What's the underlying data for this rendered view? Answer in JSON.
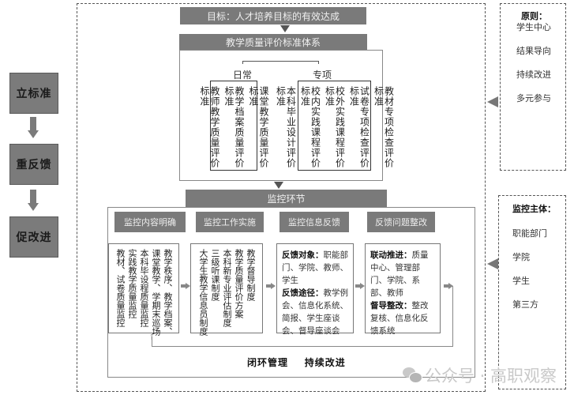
{
  "stages": [
    {
      "label": "立标准"
    },
    {
      "label": "重反馈"
    },
    {
      "label": "促改进"
    }
  ],
  "goal_bar": {
    "label": "目标：人才培养目标的有效达成"
  },
  "standard_system": {
    "title": "教学质量评价标准体系",
    "daily": {
      "label": "日常",
      "columns": [
        "课堂教学质量评价标准",
        "教学档案质量评价标准",
        "教师教学质量评价标准"
      ]
    },
    "special": {
      "label": "专项",
      "columns": [
        "教材专项检查评价标准",
        "试卷专项检查评价标准",
        "校外实践课程评价标准",
        "校内实践课程评价标准",
        "本科毕业设计评价标准"
      ]
    }
  },
  "monitoring": {
    "title": "监控环节",
    "steps": [
      {
        "title": "监控内容明确",
        "columns": [
          "教学秩序、教学档案、",
          "课堂教学、学期末巡场",
          "本科毕设程质量监控",
          "实践教学质量监控",
          "教材、试卷质量监控"
        ]
      },
      {
        "title": "监控工作实施",
        "columns": [
          "教学督导制度",
          "教学质量评价方案",
          "本科新专业评估制度",
          "三级听课制度",
          "大学生教学信息员制度"
        ]
      },
      {
        "title": "监控信息反馈",
        "paragraphs": [
          {
            "bold": "反馈对象：",
            "text": "职能部门、学院、教师、学生"
          },
          {
            "bold": "反馈途径：",
            "text": "教学例会、信息化系统、简报、学生座谈会、督导座谈会"
          }
        ]
      },
      {
        "title": "反馈问题整改",
        "paragraphs": [
          {
            "bold": "联动推进：",
            "text": "质量中心、管理部门、学院、系部、教师"
          },
          {
            "bold": "督导整改：",
            "text": "整改复核、信息化反馈系统"
          }
        ]
      }
    ],
    "footer": "闭环管理    持续改进"
  },
  "principles": {
    "title": "原则：",
    "items": [
      "学生中心",
      "结果导向",
      "持续改进",
      "多元参与"
    ]
  },
  "subjects": {
    "title": "监控主体：",
    "items": [
      "职能部门",
      "学院",
      "学生",
      "第三方"
    ]
  },
  "watermark": {
    "text": "公众号 · 高职观察"
  },
  "colors": {
    "bar_gray": "#7a7a7a",
    "border_dark": "#333333",
    "dashed": "#555555"
  }
}
